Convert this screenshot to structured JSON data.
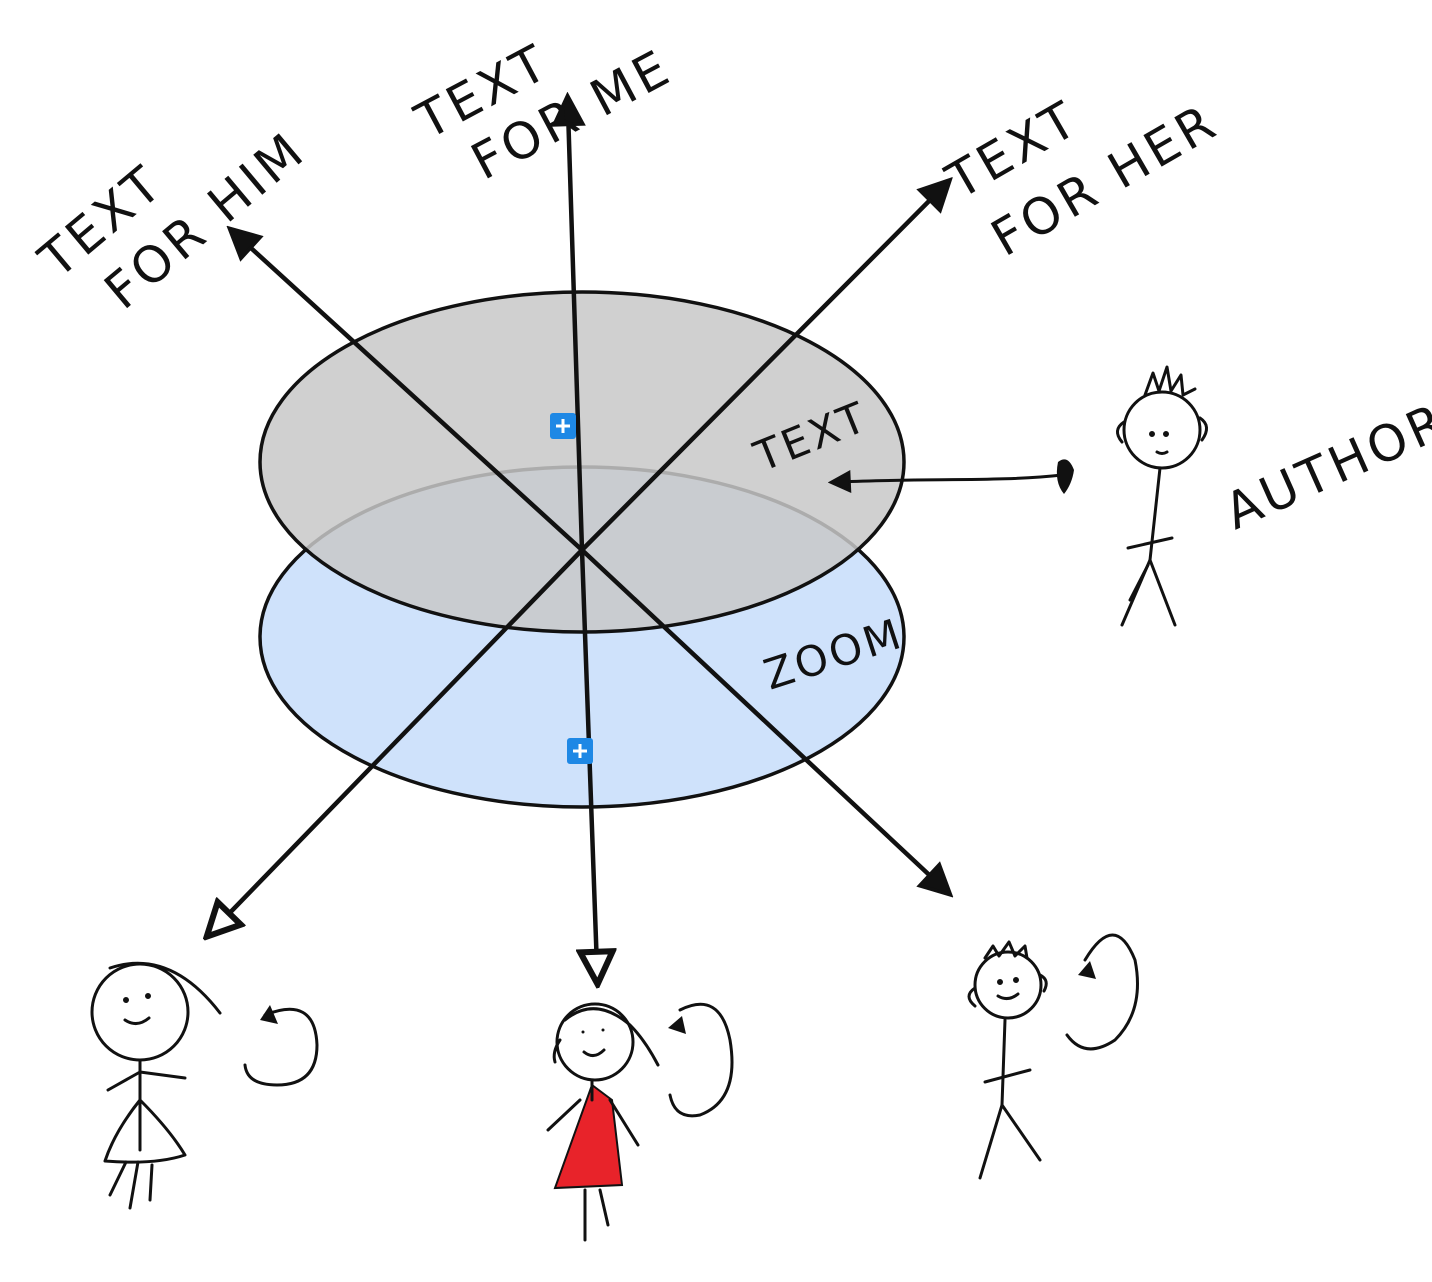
{
  "labels": {
    "text_for_me_line1": "TEXT",
    "text_for_me_line2": "FOR ME",
    "text_for_him_line1": "TEXT",
    "text_for_him_line2": "FOR HIM",
    "text_for_her_line1": "TEXT",
    "text_for_her_line2": "FOR HER",
    "text_layer": "TEXT",
    "zoom_layer": "ZOOM",
    "author": "AUTHOR"
  },
  "layers": {
    "top_color": "#c8c8c8",
    "bottom_color": "#cfe2fb",
    "plus_color": "#1e88e5"
  },
  "figures": {
    "dress_color": "#e8232a"
  }
}
